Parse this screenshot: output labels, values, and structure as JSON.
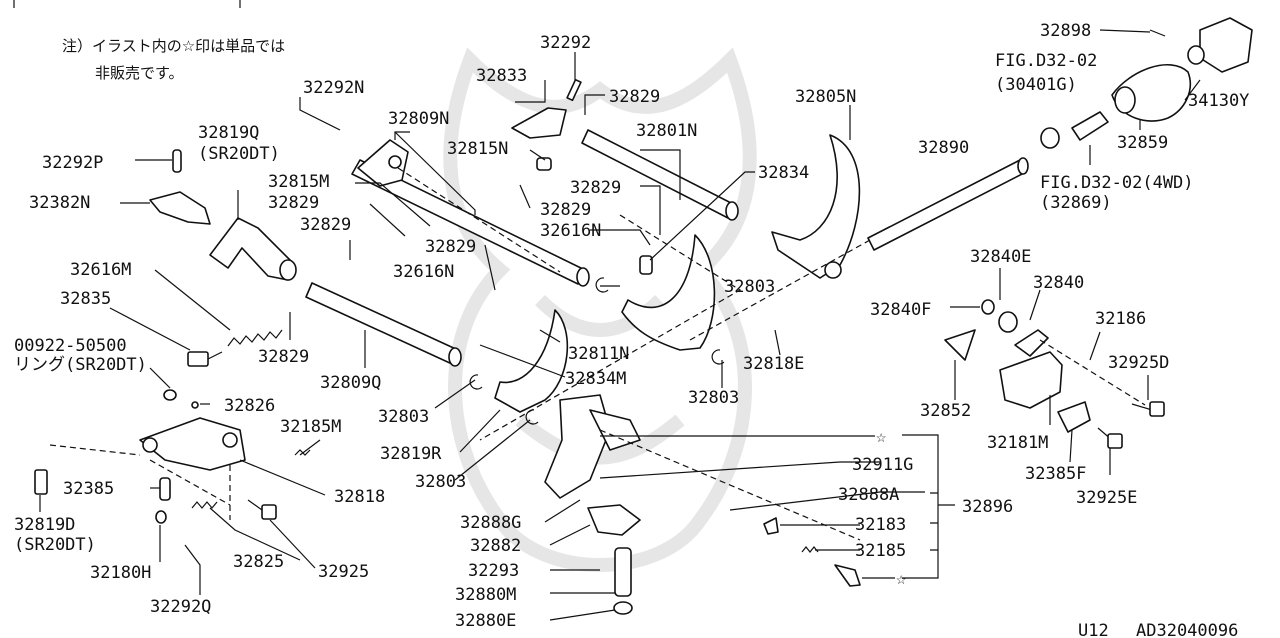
{
  "note": {
    "line1": "注）イラスト内の☆印は単品では",
    "line2": "非販売です。"
  },
  "labels": {
    "p32292": "32292",
    "p32833": "32833",
    "p32829_top": "32829",
    "p32805N": "32805N",
    "p32898": "32898",
    "fig_d32_02": "FIG.D32-02",
    "p30401G": "(30401G)",
    "p34130Y": "34130Y",
    "p32292N": "32292N",
    "p32809N": "32809N",
    "p32801N": "32801N",
    "p32859": "32859",
    "p32819Q": "32819Q",
    "sr20dt_a": "(SR20DT)",
    "p32815N": "32815N",
    "p32890": "32890",
    "p32292P": "32292P",
    "p32815M": "32815M",
    "p32829_b": "32829",
    "p32834_top": "32834",
    "fig_d32_02_4wd": "FIG.D32-02(4WD)",
    "p32869": "(32869)",
    "p32382N": "32382N",
    "p32829_c": "32829",
    "p32829_d": "32829",
    "p32829_e": "32829",
    "p32616N_a": "32616N",
    "p32840E": "32840E",
    "p32616M": "32616M",
    "p32829_f": "32829",
    "p32616N_b": "32616N",
    "p32803_a": "32803",
    "p32840": "32840",
    "p32835": "32835",
    "p32840F": "32840F",
    "p32186": "32186",
    "p00922": "00922-50500",
    "ring_sr20dt": "リング(SR20DT)",
    "p32829_g": "32829",
    "p32811N": "32811N",
    "p32818E": "32818E",
    "p32925D": "32925D",
    "p32809Q": "32809Q",
    "p32834M": "32834M",
    "p32826": "32826",
    "p32803_b": "32803",
    "p32803_c": "32803",
    "p32852": "32852",
    "p32185M": "32185M",
    "p32819R": "32819R",
    "p32181M": "32181M",
    "p32911G": "32911G",
    "p32385F": "32385F",
    "p32385": "32385",
    "p32803_d": "32803",
    "p32818": "32818",
    "p32888A": "32888A",
    "p32925E": "32925E",
    "p32819D": "32819D",
    "sr20dt_b": "(SR20DT)",
    "p32888G": "32888G",
    "p32896": "32896",
    "p32183": "32183",
    "p32825": "32825",
    "p32882": "32882",
    "p32185": "32185",
    "p32180H": "32180H",
    "p32925": "32925",
    "p32293": "32293",
    "p32880M": "32880M",
    "p32292Q": "32292Q",
    "p32880E": "32880E",
    "star1": "☆",
    "star2": "☆",
    "footer_u12": "U12",
    "footer_code": "AD32040096"
  }
}
